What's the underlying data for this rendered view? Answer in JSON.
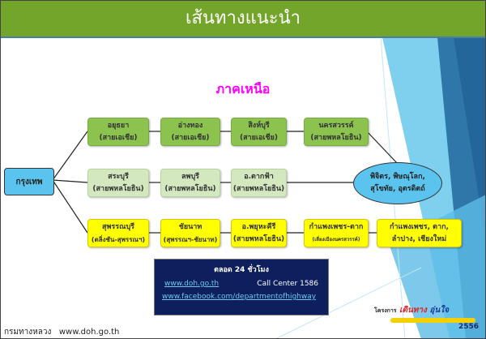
{
  "title": "เส้นทางแนะนำ",
  "region": "ภาคเหนือ",
  "start": "กรุงเทพ",
  "rows": [
    [
      {
        "name": "อยุธยา",
        "route": "(สายเอเชีย)"
      },
      {
        "name": "อ่างทอง",
        "route": "(สายเอเชีย)"
      },
      {
        "name": "สิงห์บุรี",
        "route": "(สายเอเชีย)"
      },
      {
        "name": "นครสวรรค์",
        "route": "(สายพหลโยธิน)"
      }
    ],
    [
      {
        "name": "สระบุรี",
        "route": "(สายพหลโยธิน)"
      },
      {
        "name": "ลพบุรี",
        "route": "(สายพหลโยธิน)"
      },
      {
        "name": "อ.ตากฟ้า",
        "route": "(สายพหลโยธิน)"
      }
    ],
    [
      {
        "name": "สุพรรณบุรี",
        "route": "(ตลิ่งชัน-สุพรรณฯ)"
      },
      {
        "name": "ชัยนาท",
        "route": "(สุพรรณฯ-ชัยนาท)"
      },
      {
        "name": "อ.พยุหะคีรี",
        "route": "(สายพหลโยธิน)"
      },
      {
        "name": "กำแพงเพชร-ตาก",
        "route": "(เลี่ยงเมืองนครสวรรค์)"
      },
      {
        "name": "กำแพงเพชร, ตาก,",
        "route": "ลำปาง, เชียงใหม่"
      }
    ]
  ],
  "destination": {
    "line1": "พิจิตร, พิษณุโลก,",
    "line2": "สุโขทัย, อุตรดิตถ์"
  },
  "info": {
    "heading": "ตลอด 24 ชั่วโมง",
    "website": "www.doh.go.th",
    "call_center": "Call Center 1586",
    "facebook": "www.facebook.com/departmentofhighway"
  },
  "footer": {
    "org": "กรมทางหลวง",
    "url": "www.doh.go.th"
  },
  "logo": {
    "text1": "โครงการ",
    "text2": "เดินทาง",
    "text3": "อุ่นใจ",
    "year": "2556"
  },
  "colors": {
    "title_bg": "#73a52a",
    "region": "#ff00ff",
    "info_bg": "#0d1f5c"
  }
}
